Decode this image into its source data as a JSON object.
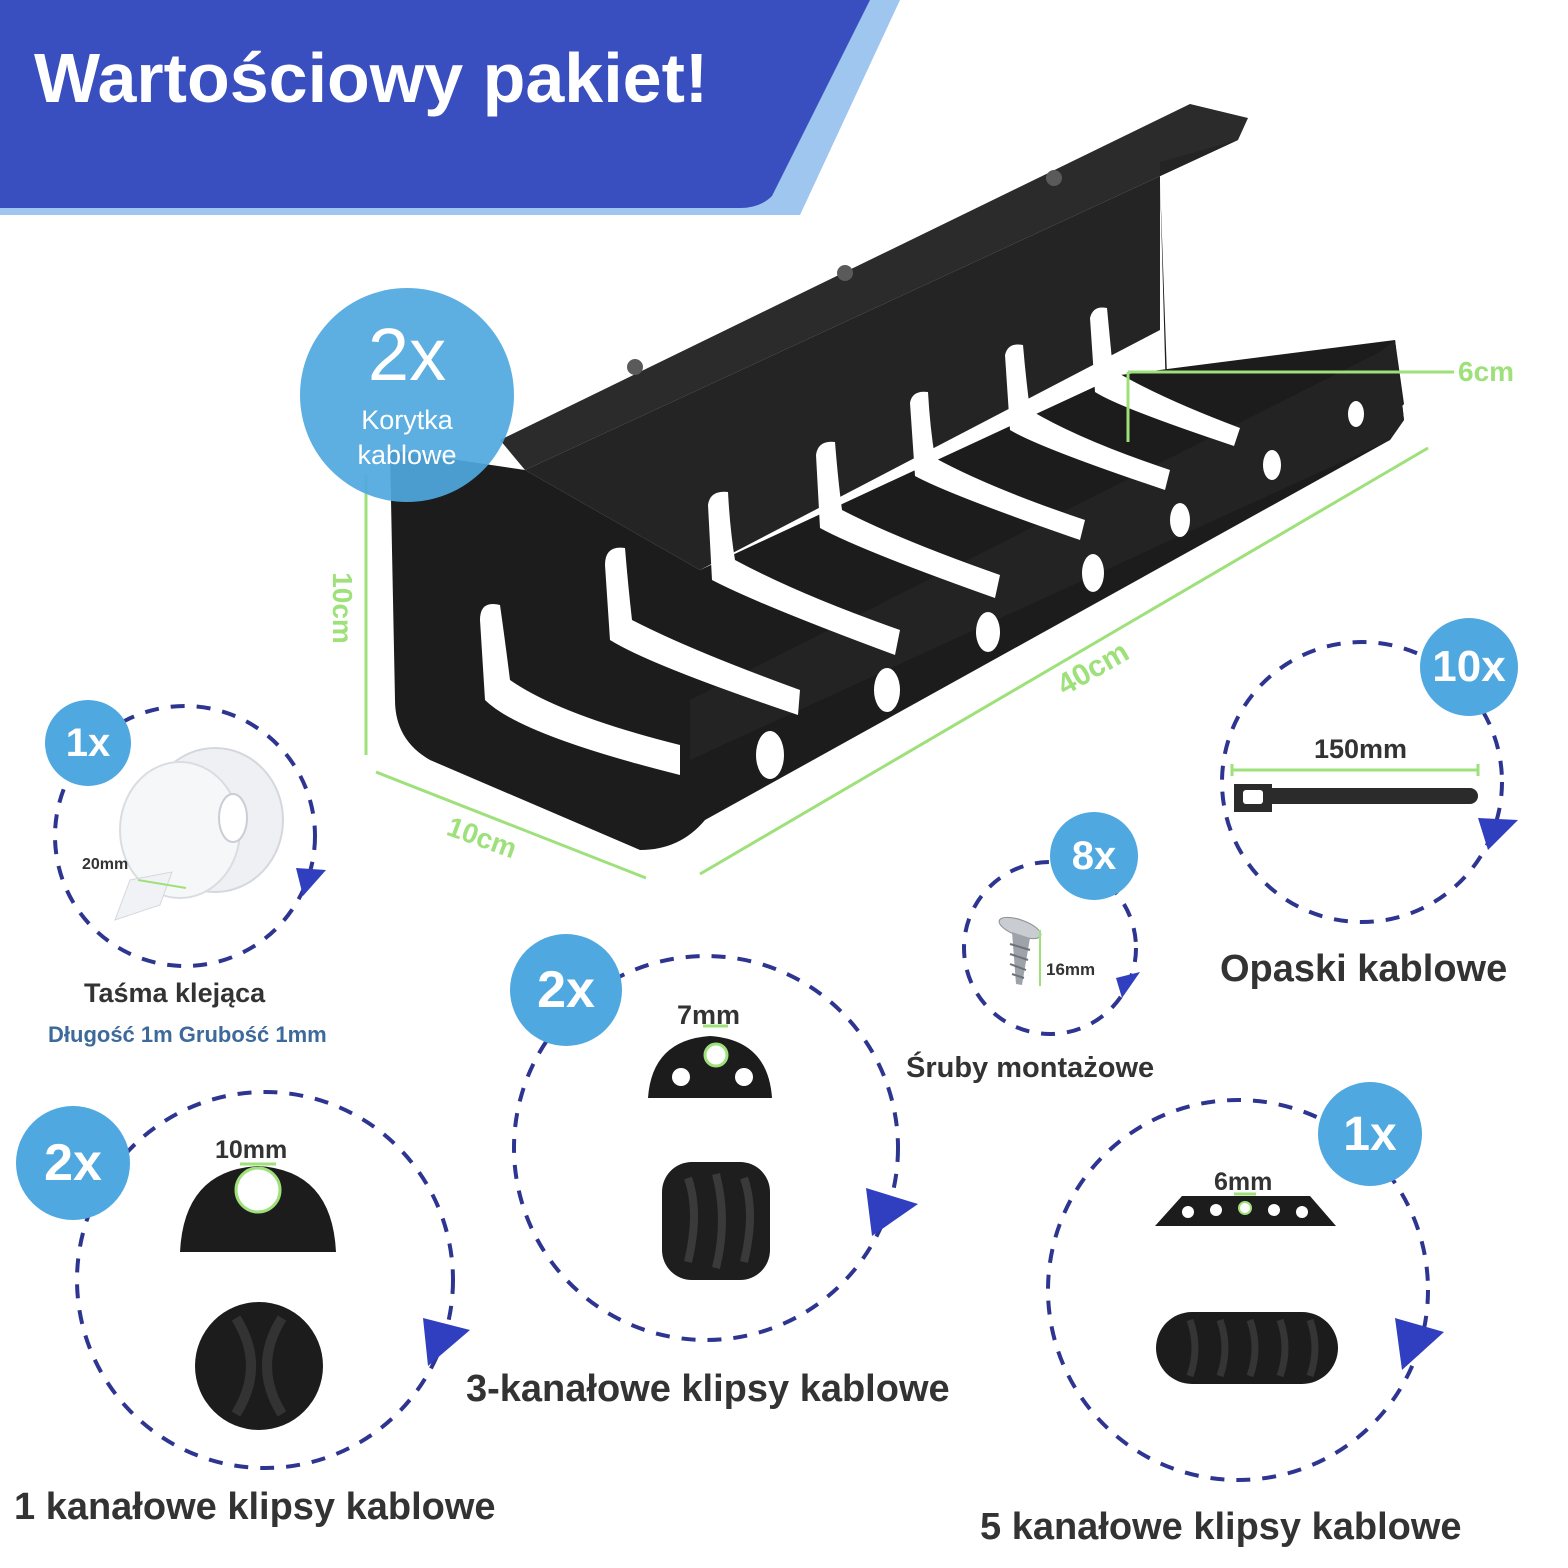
{
  "banner": {
    "title": "Wartościowy pakiet!"
  },
  "tray": {
    "quantity": "2x",
    "name_line1": "Korytka",
    "name_line2": "kablowe",
    "dim_height": "10cm",
    "dim_length": "40cm",
    "dim_width": "10cm",
    "dim_depth": "6cm"
  },
  "tape": {
    "quantity": "1x",
    "dim": "20mm",
    "caption": "Taśma klejąca",
    "subcaption": "Długość 1m Grubość 1mm"
  },
  "screws": {
    "quantity": "8x",
    "dim": "16mm",
    "caption": "Śruby montażowe"
  },
  "straps": {
    "quantity": "10x",
    "dim": "150mm",
    "caption": "Opaski kablowe"
  },
  "clip3": {
    "quantity": "2x",
    "dim": "7mm",
    "caption": "3-kanałowe klipsy kablowe"
  },
  "clip1": {
    "quantity": "2x",
    "dim": "10mm",
    "caption": "1 kanałowe klipsy kablowe"
  },
  "clip5": {
    "quantity": "1x",
    "dim": "6mm",
    "caption": "5 kanałowe klipsy kablowe"
  },
  "colors": {
    "banner_blue": "#3a4fbf",
    "banner_light": "#9ec6ef",
    "badge_blue": "#4fa8df",
    "dash_navy": "#2d3590",
    "arrow_blue": "#2f3fc0",
    "dimension_green": "#9ee07a",
    "product_black": "#1c1c1c"
  }
}
